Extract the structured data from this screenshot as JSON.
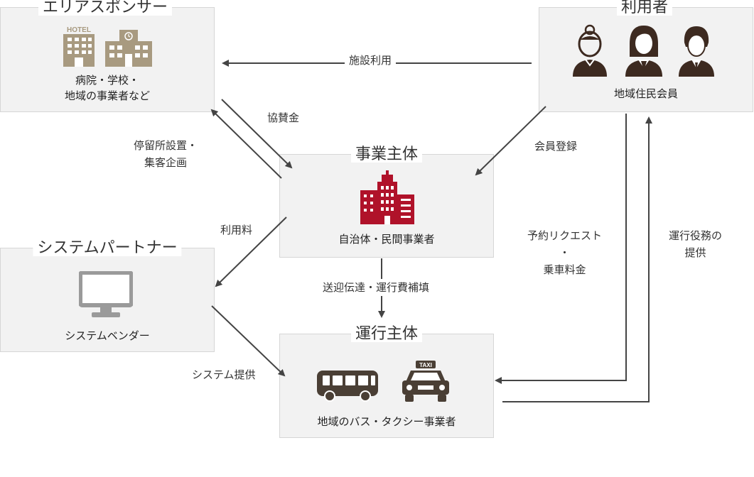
{
  "sponsor": {
    "title": "エリアスポンサー",
    "hotel_sign": "HOTEL",
    "text_line1": "病院・学校・",
    "text_line2": "地域の事業者など"
  },
  "users": {
    "title": "利用者",
    "text": "地域住民会員"
  },
  "operator": {
    "title": "事業主体",
    "text": "自治体・民間事業者"
  },
  "partner": {
    "title": "システムパートナー",
    "text": "システムベンダー"
  },
  "service": {
    "title": "運行主体",
    "taxi_sign": "TAXI",
    "text": "地域のバス・タクシー事業者"
  },
  "labels": {
    "facility_use": "施設利用",
    "sponsorship": "協賛金",
    "stop_setup_line1": "停留所設置・",
    "stop_setup_line2": "集客企画",
    "member_registration": "会員登録",
    "usage_fee": "利用料",
    "transfer": "送迎伝達・運行費補填",
    "reservation_line1": "予約リクエスト",
    "reservation_line2": "・",
    "reservation_line3": "乗車料金",
    "service_provision_line1": "運行役務の",
    "service_provision_line2": "提供",
    "system_provision": "システム提供"
  },
  "colors": {
    "box_bg": "#f2f2f2",
    "box_border": "#d6d6d6",
    "arrow": "#444444",
    "building_icon": "#a89a80",
    "user_icon": "#3d2a20",
    "operator_icon": "#b0122a",
    "monitor_icon": "#9a9a9a",
    "vehicle_icon": "#4a3f35"
  }
}
